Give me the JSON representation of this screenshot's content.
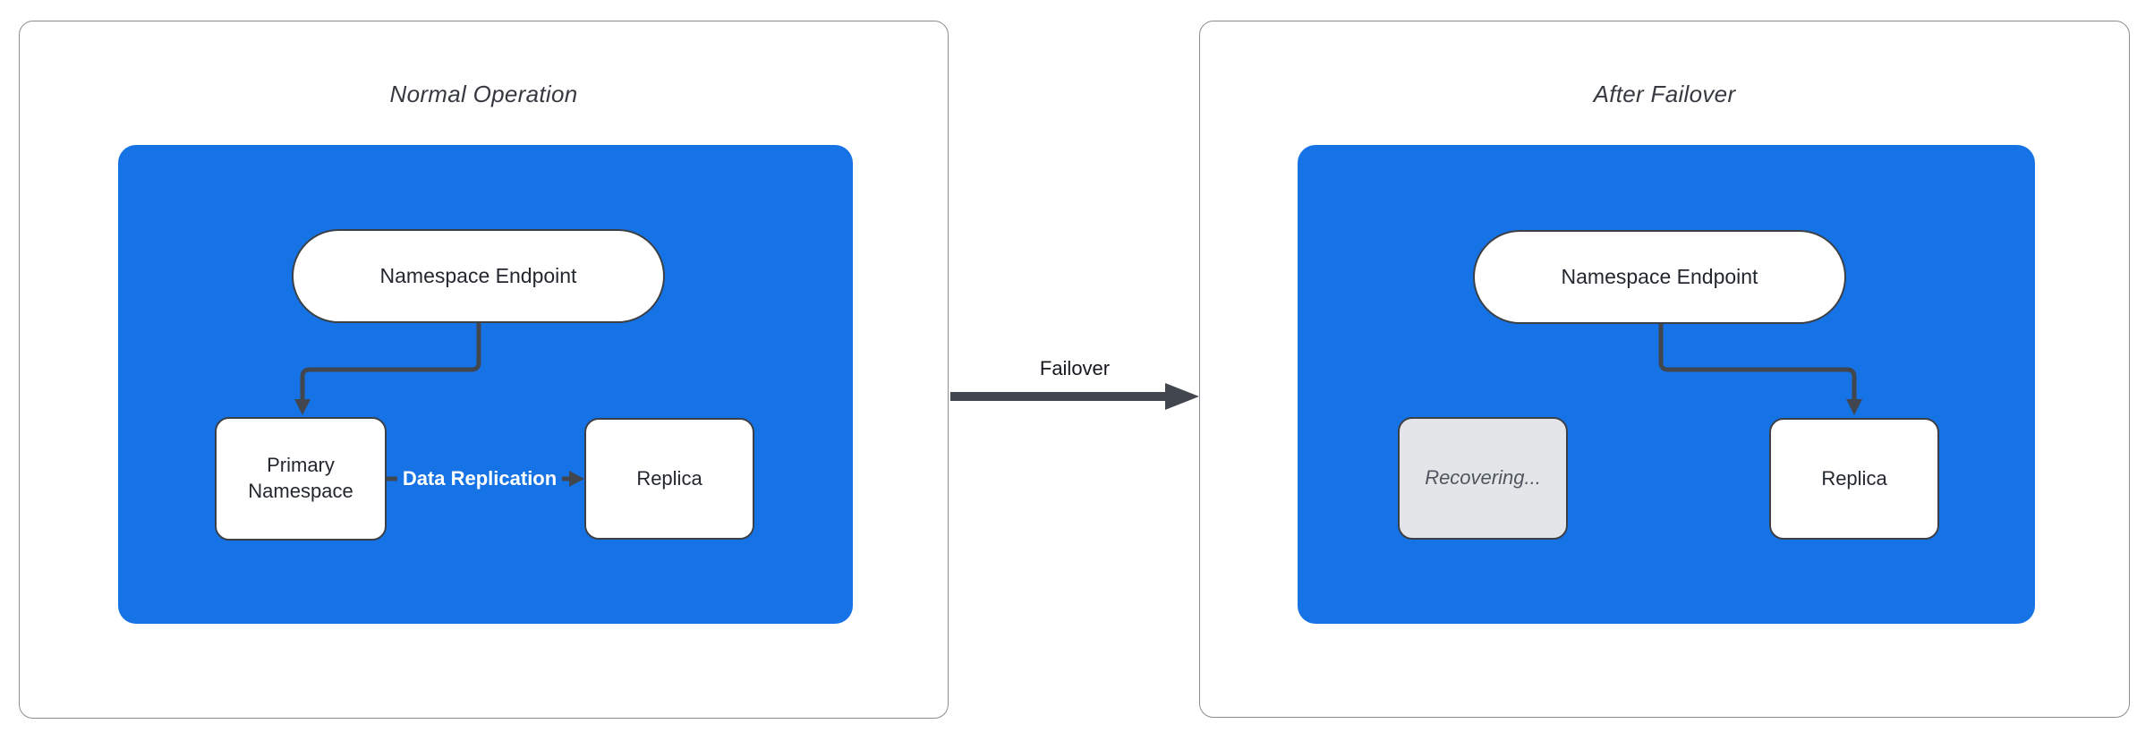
{
  "figure": {
    "left_panel": {
      "title": "Normal Operation",
      "endpoint_label": "Namespace Endpoint",
      "primary_label": "Primary Namespace",
      "replica_label": "Replica",
      "replication_edge_label": "Data Replication"
    },
    "right_panel": {
      "title": "After Failover",
      "endpoint_label": "Namespace Endpoint",
      "recovering_label": "Recovering...",
      "replica_label": "Replica"
    },
    "failover_edge_label": "Failover",
    "colors": {
      "container_fill": "#1673E6",
      "node_fill": "#FFFFFF",
      "node_border": "#3B4046",
      "connector": "#42474F",
      "recovering_fill": "#E3E5E8",
      "recovering_text": "#4F565F",
      "edge_label_on_blue": "#FFFFFF",
      "title_text": "#363A40",
      "node_text": "#23272E",
      "panel_border": "#8A8D91"
    }
  }
}
